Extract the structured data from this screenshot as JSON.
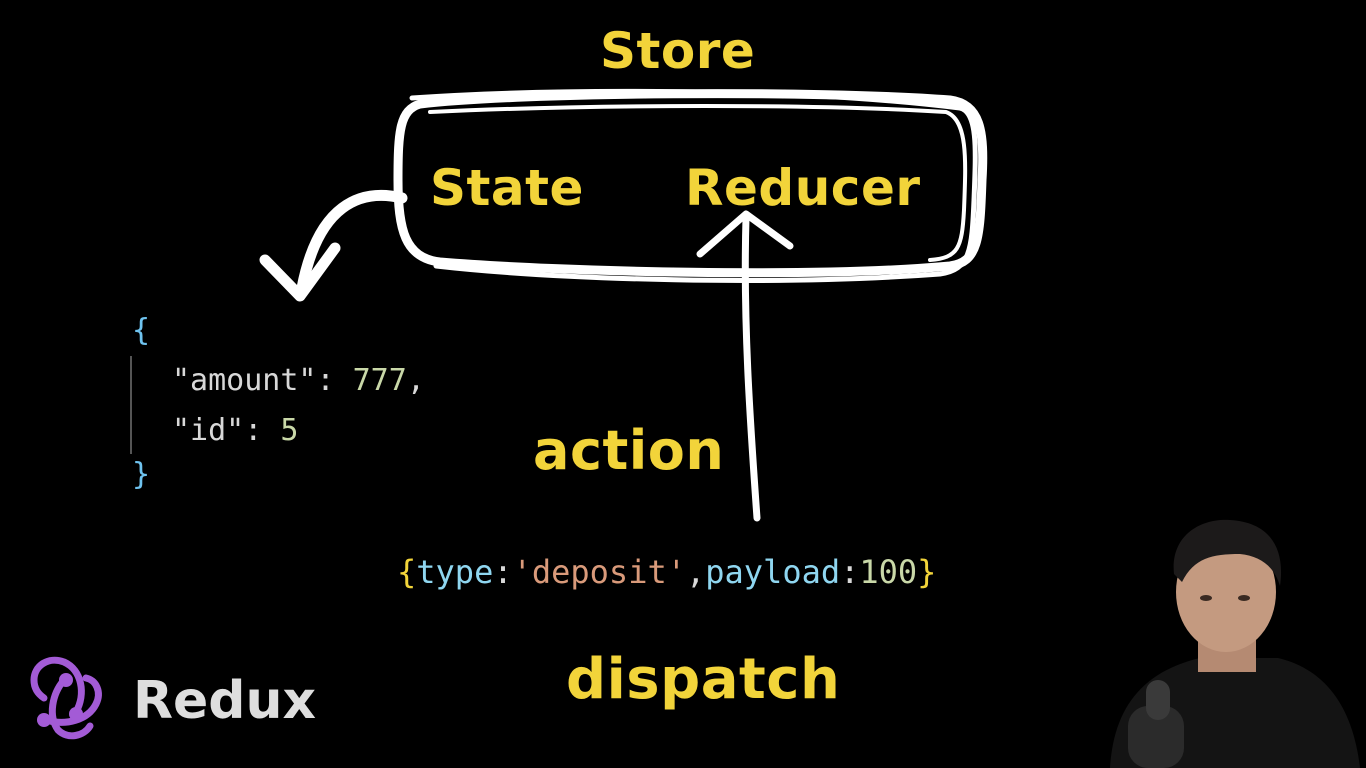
{
  "diagram": {
    "store_title": "Store",
    "state_label": "State",
    "reducer_label": "Reducer",
    "action_label": "action",
    "dispatch_label": "dispatch"
  },
  "state_json": {
    "open_brace": "{",
    "lines": [
      {
        "key": "\"amount\"",
        "sep": ": ",
        "value": "777",
        "trail": ","
      },
      {
        "key": "\"id\"",
        "sep": ": ",
        "value": "5",
        "trail": ""
      }
    ],
    "close_brace": "}"
  },
  "action_object": {
    "open": "{",
    "type_key": "type",
    "colon1": ":",
    "type_value": "'deposit'",
    "comma": ",",
    "payload_key": "payload",
    "colon2": ":",
    "payload_value": "100",
    "close": "}"
  },
  "brand": {
    "name": "Redux",
    "logo_icon": "redux-logo-icon",
    "logo_color": "#a35bd6"
  },
  "colors": {
    "background": "#000000",
    "label_yellow": "#f2d43a",
    "chalk_white": "#ffffff"
  }
}
